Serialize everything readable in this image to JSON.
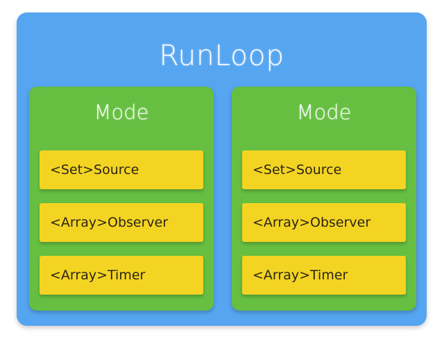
{
  "diagram": {
    "title": "RunLoop",
    "colors": {
      "background": "#ffffff",
      "runloop": "#55a5f0",
      "mode": "#66bf41",
      "item": "#f4d422",
      "title_text": "#ffffff",
      "item_text": "#2a2418"
    },
    "modes": [
      {
        "title": "Mode",
        "items": [
          {
            "label": "<Set>Source"
          },
          {
            "label": "<Array>Observer"
          },
          {
            "label": "<Array>Timer"
          }
        ]
      },
      {
        "title": "Mode",
        "items": [
          {
            "label": "<Set>Source"
          },
          {
            "label": "<Array>Observer"
          },
          {
            "label": "<Array>Timer"
          }
        ]
      }
    ]
  }
}
